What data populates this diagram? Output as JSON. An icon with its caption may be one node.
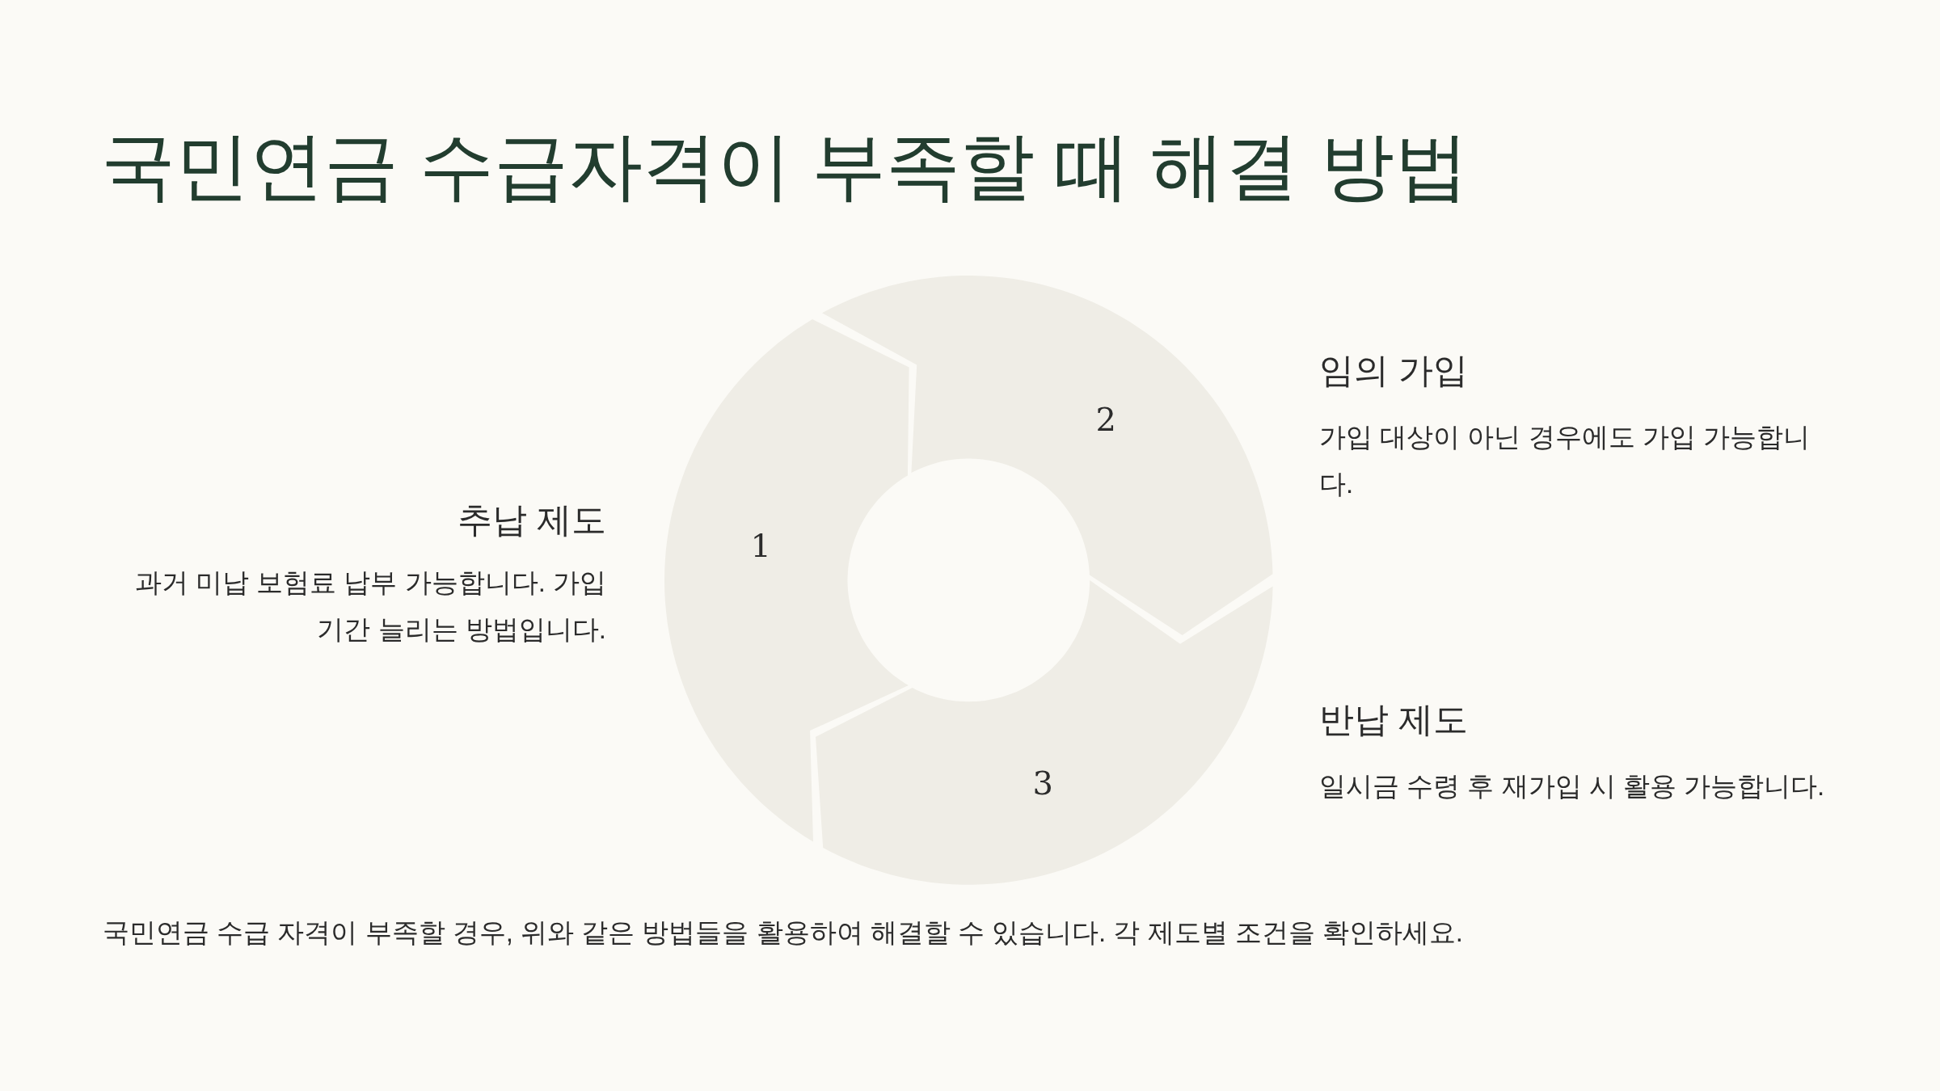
{
  "diagram": {
    "title": "국민연금 수급자격이 부족할 때 해결 방법",
    "caption": "국민연금 수급 자격이 부족할 경우, 위와 같은 방법들을 활용하여 해결할 수 있습니다. 각 제도별 조건을 확인하세요.",
    "nodes": [
      {
        "text": [
          "1"
        ],
        "beside": [
          "추납 제도",
          "과거 미납 보험료 납부 가능합니다. 가입 기간 늘리는 방법입니다."
        ]
      },
      {
        "text": [
          "2"
        ],
        "beside": [
          "임의 가입",
          "가입 대상이 아닌 경우에도 가입 가능합니다."
        ]
      },
      {
        "text": [
          "3"
        ],
        "beside": [
          "반납 제도",
          "일시금 수령 후 재가입 시 활용 가능합니다."
        ]
      }
    ]
  }
}
